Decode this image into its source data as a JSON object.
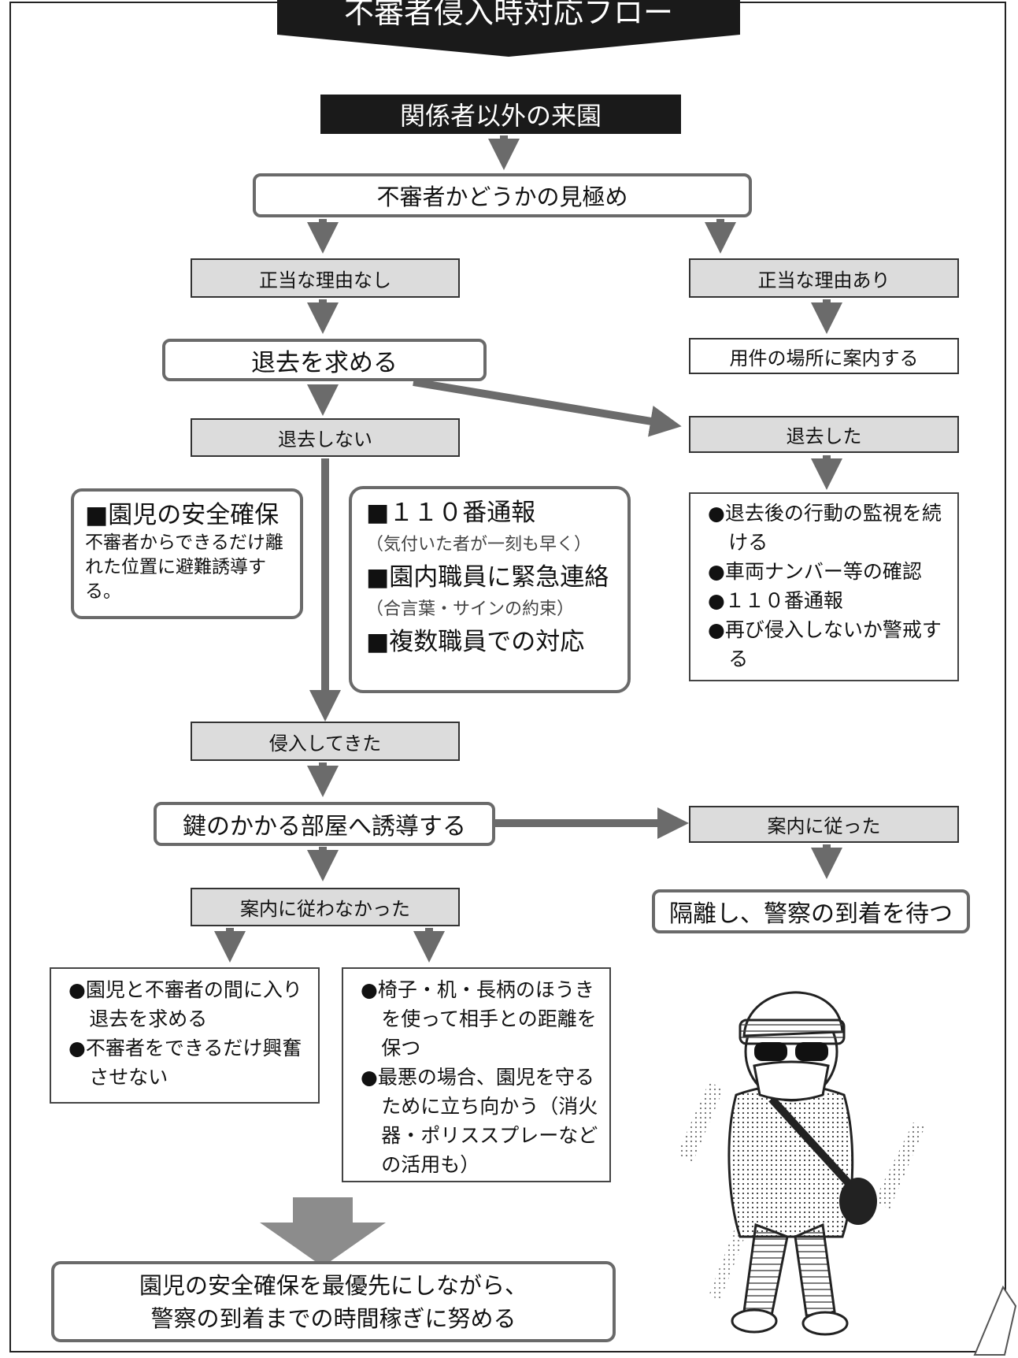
{
  "title": "不審者侵入時対応フロー",
  "start": "関係者以外の来園",
  "judge": "不審者かどうかの見極め",
  "no_reason": "正当な理由なし",
  "has_reason": "正当な理由あり",
  "guide_place": "用件の場所に案内する",
  "ask_leave": "退去を求める",
  "not_leave": "退去しない",
  "left": "退去した",
  "left_actions": [
    "●退去後の行動の監視を続ける",
    "●車両ナンバー等の確認",
    "●１１０番通報",
    "●再び侵入しないか警戒する"
  ],
  "safety_box": {
    "heading": "■園児の安全確保",
    "text": "不審者からできるだけ離れた位置に避難誘導する。"
  },
  "call_box": {
    "item1": "■１１０番通報",
    "note1": "（気付いた者が一刻も早く）",
    "item2": "■園内職員に緊急連絡",
    "note2": "（合言葉・サインの約束）",
    "item3": "■複数職員での対応"
  },
  "intruded": "侵入してきた",
  "lead_room": "鍵のかかる部屋へ誘導する",
  "followed": "案内に従った",
  "isolate": "隔離し、警察の到着を待つ",
  "not_followed": "案内に従わなかった",
  "left_bottom": [
    "●園児と不審者の間に入り退去を求める",
    "●不審者をできるだけ興奮させない"
  ],
  "right_bottom": [
    "●椅子・机・長柄のほうきを使って相手との距離を保つ",
    "●最悪の場合、園児を守るために立ち向かう（消火器・ポリススプレーなどの活用も）"
  ],
  "conclusion_line1": "園児の安全確保を最優先にしながら、",
  "conclusion_line2": "警察の到着までの時間稼ぎに努める",
  "colors": {
    "arrow": "#6b6b6b",
    "box_fill": "#dcdcdc",
    "banner": "#1a1a1a"
  }
}
